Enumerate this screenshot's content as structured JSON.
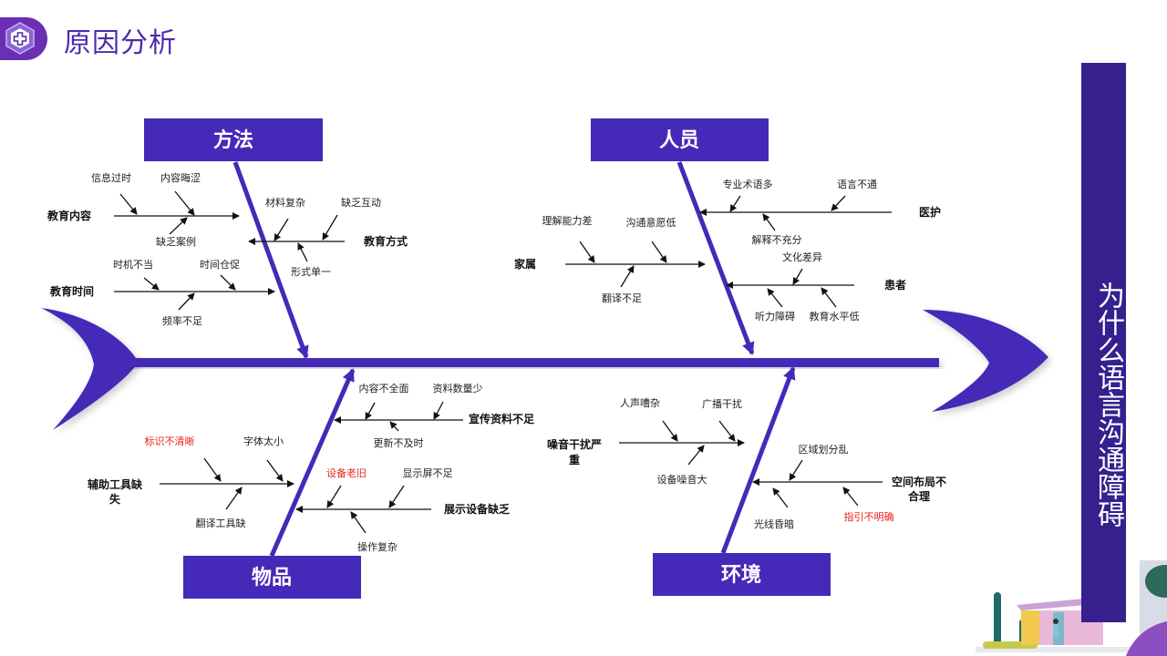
{
  "header": {
    "title": "原因分析",
    "icon": "hexagon-medical-cross-icon"
  },
  "banner": {
    "text": "为什么语言沟通障碍"
  },
  "colors": {
    "primary": "#4529b8",
    "banner": "#35208e",
    "highlight": "#e8241c"
  },
  "categories": {
    "method": {
      "label": "方法",
      "subs": [
        {
          "label": "教育内容",
          "causes": [
            "信息过时",
            "内容晦涩",
            "缺乏案例"
          ]
        },
        {
          "label": "教育方式",
          "causes": [
            "材料复杂",
            "缺乏互动",
            "形式单一"
          ]
        },
        {
          "label": "教育时间",
          "causes": [
            "时机不当",
            "时间仓促",
            "频率不足"
          ]
        }
      ]
    },
    "people": {
      "label": "人员",
      "subs": [
        {
          "label": "医护",
          "causes": [
            "专业术语多",
            "语言不通",
            "解释不充分"
          ]
        },
        {
          "label": "家属",
          "causes": [
            "理解能力差",
            "沟通意愿低",
            "翻译不足"
          ]
        },
        {
          "label": "患者",
          "causes": [
            "文化差异",
            "听力障碍",
            "教育水平低"
          ]
        }
      ]
    },
    "materials": {
      "label": "物品",
      "subs": [
        {
          "label": "宣传资料不足",
          "causes": [
            "内容不全面",
            "资料数量少",
            "更新不及时"
          ]
        },
        {
          "label_lines": [
            "辅助工具缺",
            "失"
          ],
          "causes": [
            "标识不清晰",
            "字体太小",
            "翻译工具缺"
          ]
        },
        {
          "label": "展示设备缺乏",
          "causes": [
            "设备老旧",
            "显示屏不足",
            "操作复杂"
          ]
        }
      ]
    },
    "environment": {
      "label": "环境",
      "subs": [
        {
          "label_lines": [
            "噪音干扰严",
            "重"
          ],
          "causes": [
            "人声嘈杂",
            "广播干扰",
            "设备噪音大"
          ]
        },
        {
          "label_lines": [
            "空间布局不",
            "合理"
          ],
          "causes": [
            "区域划分乱",
            "光线昏暗",
            "指引不明确"
          ]
        }
      ]
    }
  }
}
